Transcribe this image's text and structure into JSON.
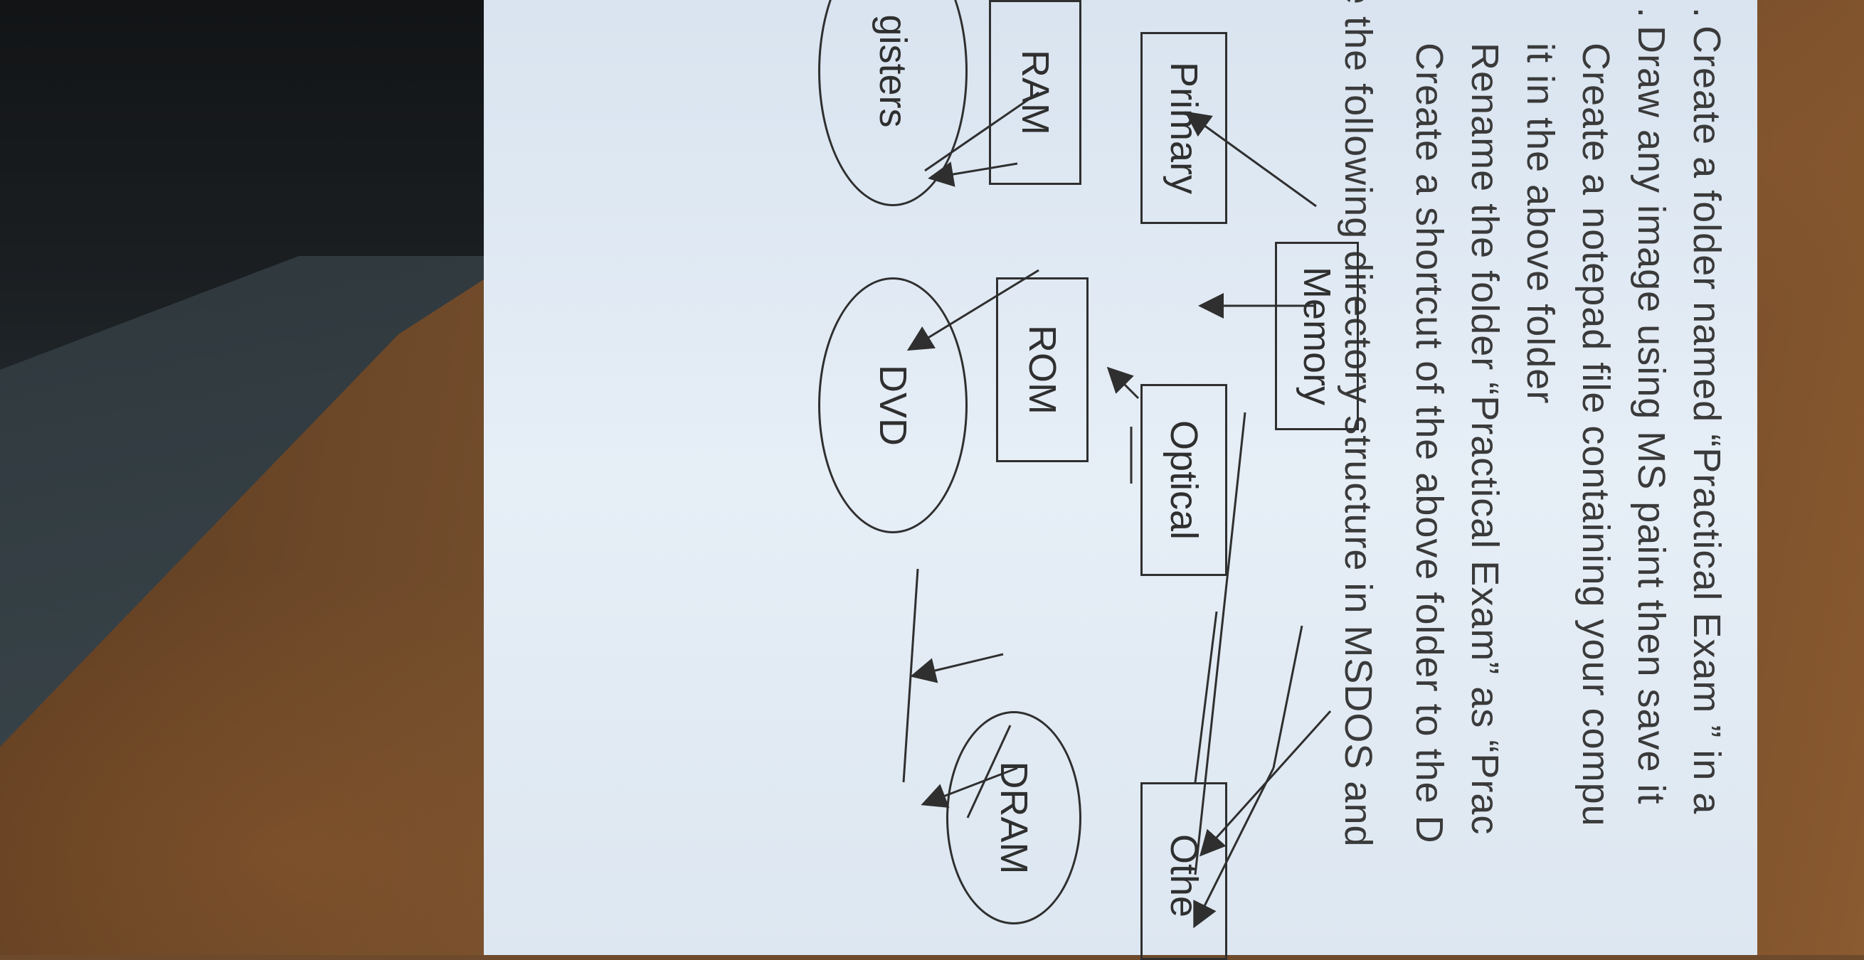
{
  "instructions": [
    "Create a folder named “Practical Exam ” in a",
    "Draw any image using MS paint then save it",
    "Create a notepad file containing your compu",
    "it in the above folder",
    "Rename the folder “Practical Exam” as “Prac",
    "Create a shortcut of the above folder to the D",
    "te the following directory structure in MSDOS and"
  ],
  "diagram": {
    "root": "Memory",
    "level1": [
      "Primary",
      "Optical",
      "Othe"
    ],
    "level2": [
      "RAM",
      "ROM",
      "DRAM"
    ],
    "level3": [
      "gisters",
      "DVD"
    ]
  }
}
